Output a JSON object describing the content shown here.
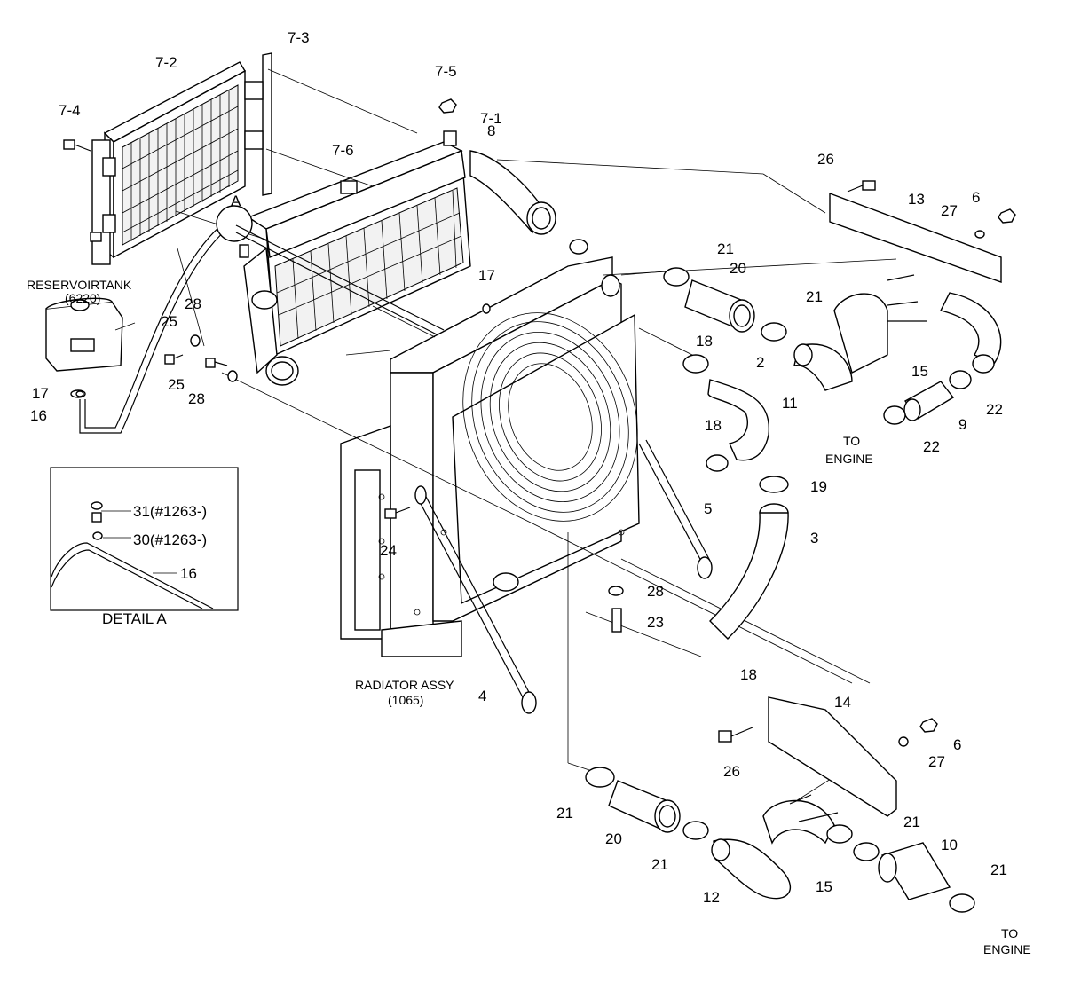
{
  "callouts": [
    {
      "id": "c-7-2",
      "text": "7-2"
    },
    {
      "id": "c-7-3",
      "text": "7-3"
    },
    {
      "id": "c-7-5",
      "text": "7-5"
    },
    {
      "id": "c-7-4",
      "text": "7-4"
    },
    {
      "id": "c-7-1",
      "text": "7-1"
    },
    {
      "id": "c-8",
      "text": "8"
    },
    {
      "id": "c-7-6",
      "text": "7-6"
    },
    {
      "id": "c-A",
      "text": "A"
    },
    {
      "id": "c-26a",
      "text": "26"
    },
    {
      "id": "c-13",
      "text": "13"
    },
    {
      "id": "c-6a",
      "text": "6"
    },
    {
      "id": "c-27a",
      "text": "27"
    },
    {
      "id": "c-21a",
      "text": "21"
    },
    {
      "id": "c-20a",
      "text": "20"
    },
    {
      "id": "c-17a",
      "text": "17"
    },
    {
      "id": "c-21b",
      "text": "21"
    },
    {
      "id": "c-28a",
      "text": "28"
    },
    {
      "id": "c-25a",
      "text": "25"
    },
    {
      "id": "c-18a",
      "text": "18"
    },
    {
      "id": "c-2",
      "text": "2"
    },
    {
      "id": "c-15a",
      "text": "15"
    },
    {
      "id": "c-25b",
      "text": "25"
    },
    {
      "id": "c-28b",
      "text": "28"
    },
    {
      "id": "c-17b",
      "text": "17"
    },
    {
      "id": "c-11",
      "text": "11"
    },
    {
      "id": "c-22a",
      "text": "22"
    },
    {
      "id": "c-16a",
      "text": "16"
    },
    {
      "id": "c-18b",
      "text": "18"
    },
    {
      "id": "c-9",
      "text": "9"
    },
    {
      "id": "c-22b",
      "text": "22"
    },
    {
      "id": "c-19",
      "text": "19"
    },
    {
      "id": "c-31",
      "text": "31(#1263-)"
    },
    {
      "id": "c-5",
      "text": "5"
    },
    {
      "id": "c-30",
      "text": "30(#1263-)"
    },
    {
      "id": "c-3",
      "text": "3"
    },
    {
      "id": "c-24",
      "text": "24"
    },
    {
      "id": "c-16b",
      "text": "16"
    },
    {
      "id": "c-28c",
      "text": "28"
    },
    {
      "id": "c-23",
      "text": "23"
    },
    {
      "id": "c-18c",
      "text": "18"
    },
    {
      "id": "c-4",
      "text": "4"
    },
    {
      "id": "c-14",
      "text": "14"
    },
    {
      "id": "c-6b",
      "text": "6"
    },
    {
      "id": "c-26b",
      "text": "26"
    },
    {
      "id": "c-27b",
      "text": "27"
    },
    {
      "id": "c-21c",
      "text": "21"
    },
    {
      "id": "c-21d",
      "text": "21"
    },
    {
      "id": "c-20b",
      "text": "20"
    },
    {
      "id": "c-21e",
      "text": "21"
    },
    {
      "id": "c-10",
      "text": "10"
    },
    {
      "id": "c-15b",
      "text": "15"
    },
    {
      "id": "c-12",
      "text": "12"
    },
    {
      "id": "c-21f",
      "text": "21"
    }
  ],
  "captions": {
    "reservoir_tank": "RESERVOIRTANK",
    "reservoir_tank_ref": "(6220)",
    "to_engine_top_1": "TO",
    "to_engine_top_2": "ENGINE",
    "detail_a": "DETAIL A",
    "radiator_assy": "RADIATOR ASSY",
    "radiator_assy_ref": "(1065)",
    "to_engine_bottom_1": "TO",
    "to_engine_bottom_2": "ENGINE"
  }
}
